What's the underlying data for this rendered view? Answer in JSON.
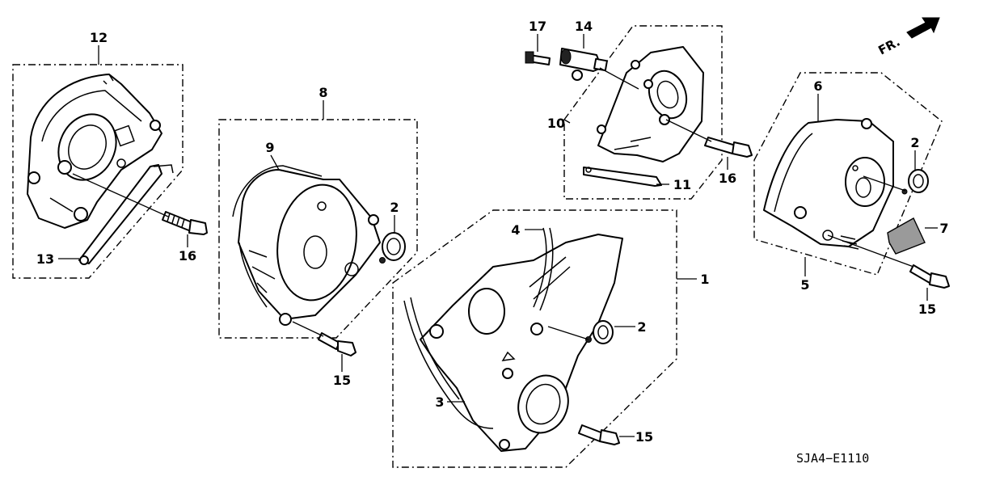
{
  "diagram_code": "SJA4−E1110",
  "direction_marker": "FR.",
  "callouts": [
    {
      "id": "c12",
      "text": "12"
    },
    {
      "id": "c13",
      "text": "13"
    },
    {
      "id": "c16a",
      "text": "16"
    },
    {
      "id": "c8",
      "text": "8"
    },
    {
      "id": "c9",
      "text": "9"
    },
    {
      "id": "c2a",
      "text": "2"
    },
    {
      "id": "c15a",
      "text": "15"
    },
    {
      "id": "c17",
      "text": "17"
    },
    {
      "id": "c14",
      "text": "14"
    },
    {
      "id": "c10",
      "text": "10"
    },
    {
      "id": "c11",
      "text": "11"
    },
    {
      "id": "c16b",
      "text": "16"
    },
    {
      "id": "c4",
      "text": "4"
    },
    {
      "id": "c1",
      "text": "1"
    },
    {
      "id": "c2b",
      "text": "2"
    },
    {
      "id": "c3",
      "text": "3"
    },
    {
      "id": "c15b",
      "text": "15"
    },
    {
      "id": "c6",
      "text": "6"
    },
    {
      "id": "c2c",
      "text": "2"
    },
    {
      "id": "c7",
      "text": "7"
    },
    {
      "id": "c5",
      "text": "5"
    },
    {
      "id": "c15c",
      "text": "15"
    }
  ]
}
